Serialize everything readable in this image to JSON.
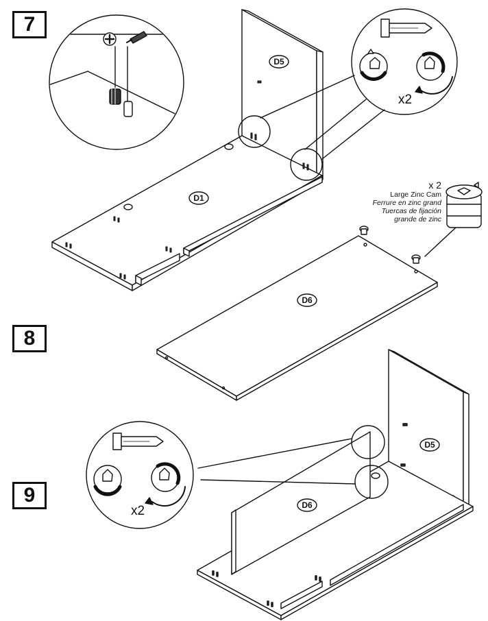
{
  "steps": [
    {
      "number": "7"
    },
    {
      "number": "8"
    },
    {
      "number": "9"
    }
  ],
  "panels": {
    "d1": "D1",
    "d5": "D5",
    "d6": "D6"
  },
  "multipliers": {
    "step7_rotate": "x2",
    "step9_rotate": "x2"
  },
  "hardware": {
    "quantity": "x 2",
    "name_en": "Large Zinc Cam",
    "name_fr": "Ferrure en zinc grand",
    "name_es1": "Tuercas de fijación",
    "name_es2": "grande de zinc"
  },
  "colors": {
    "line": "#111111",
    "background": "#ffffff",
    "shade": "#cfcfcf"
  }
}
